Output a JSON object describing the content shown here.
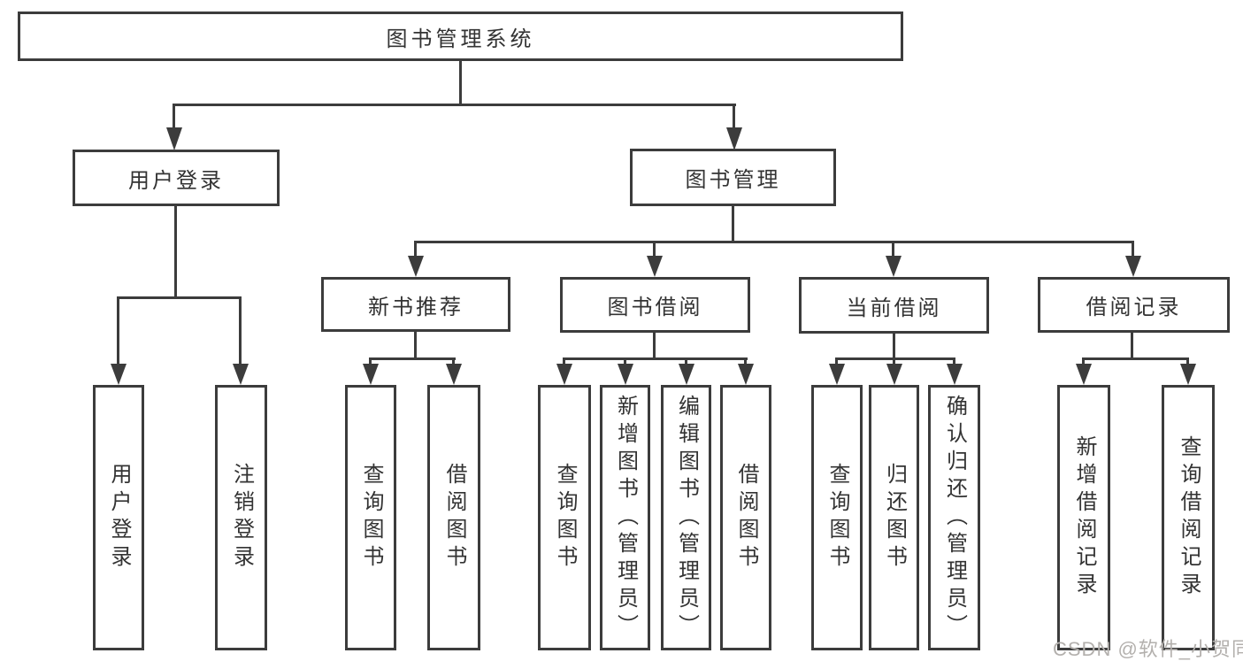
{
  "diagram": {
    "title": "图书管理系统",
    "level2": [
      {
        "label": "用户登录"
      },
      {
        "label": "图书管理"
      }
    ],
    "level3": [
      {
        "label": "新书推荐"
      },
      {
        "label": "图书借阅"
      },
      {
        "label": "当前借阅"
      },
      {
        "label": "借阅记录"
      }
    ],
    "leaves": [
      {
        "label": "用户登录"
      },
      {
        "label": "注销登录"
      },
      {
        "label": "查询图书"
      },
      {
        "label": "借阅图书"
      },
      {
        "label": "查询图书"
      },
      {
        "label": "新增图书（管理员）"
      },
      {
        "label": "编辑图书（管理员）"
      },
      {
        "label": "借阅图书"
      },
      {
        "label": "查询图书"
      },
      {
        "label": "归还图书"
      },
      {
        "label": "确认归还（管理员）"
      },
      {
        "label": "新增借阅记录"
      },
      {
        "label": "查询借阅记录"
      }
    ],
    "watermark": "CSDN @软件_小贺同学",
    "colors": {
      "line": "#3c3c3c",
      "text": "#333333",
      "background": "#ffffff",
      "watermark": "#b3b0ad"
    }
  }
}
